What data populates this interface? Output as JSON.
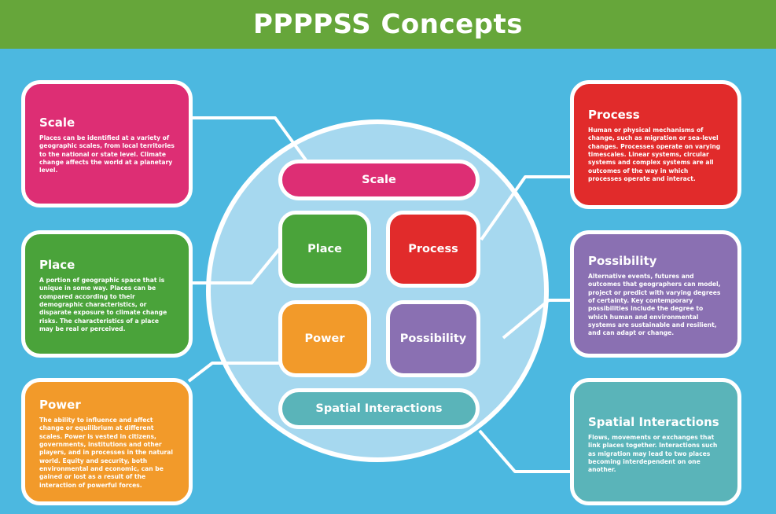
{
  "title": "PPPPSS Concepts",
  "colors": {
    "background": "#4cb8e0",
    "header": "#66a63a",
    "circle": "#a6d8ef",
    "scale": "#dd2e74",
    "place": "#4aa33a",
    "power": "#f29a2a",
    "process": "#e12b2b",
    "possibility": "#8a70b2",
    "spatial": "#5ab4b9"
  },
  "centre": {
    "scale": "Scale",
    "place": "Place",
    "process": "Process",
    "power": "Power",
    "possibility": "Possibility",
    "spatial": "Spatial Interactions"
  },
  "cards": {
    "scale": {
      "title": "Scale",
      "text": "Places can be identified at a variety of geographic scales, from local territories to the national or state level. Climate change affects the world at a planetary level."
    },
    "place": {
      "title": "Place",
      "text": "A portion of geographic space that is unique in some way. Places can be compared according to their demographic characteristics, or disparate exposure to climate change risks. The characteristics of a place may be real or perceived."
    },
    "power": {
      "title": "Power",
      "text": "The ability to influence and affect change or equilibrium at different scales. Power is vested in citizens, governments, institutions and other players, and in processes in the natural world. Equity and security, both environmental and economic, can be gained or lost as a result of the interaction of powerful forces."
    },
    "process": {
      "title": "Process",
      "text": "Human or physical mechanisms of change, such as migration or sea-level changes. Processes operate on varying timescales. Linear systems, circular systems and complex systems are all outcomes of the way in which processes operate and interact."
    },
    "possibility": {
      "title": "Possibility",
      "text": "Alternative events, futures and outcomes that geographers can model, project or predict with varying degrees of certainty. Key contemporary possibilities include the degree to which human and environmental systems are sustainable and resilient, and can adapt or change."
    },
    "spatial": {
      "title": "Spatial Interactions",
      "text": "Flows, movements or exchanges that link places together. Interactions such as migration may lead to two places becoming interdependent on one another."
    }
  }
}
